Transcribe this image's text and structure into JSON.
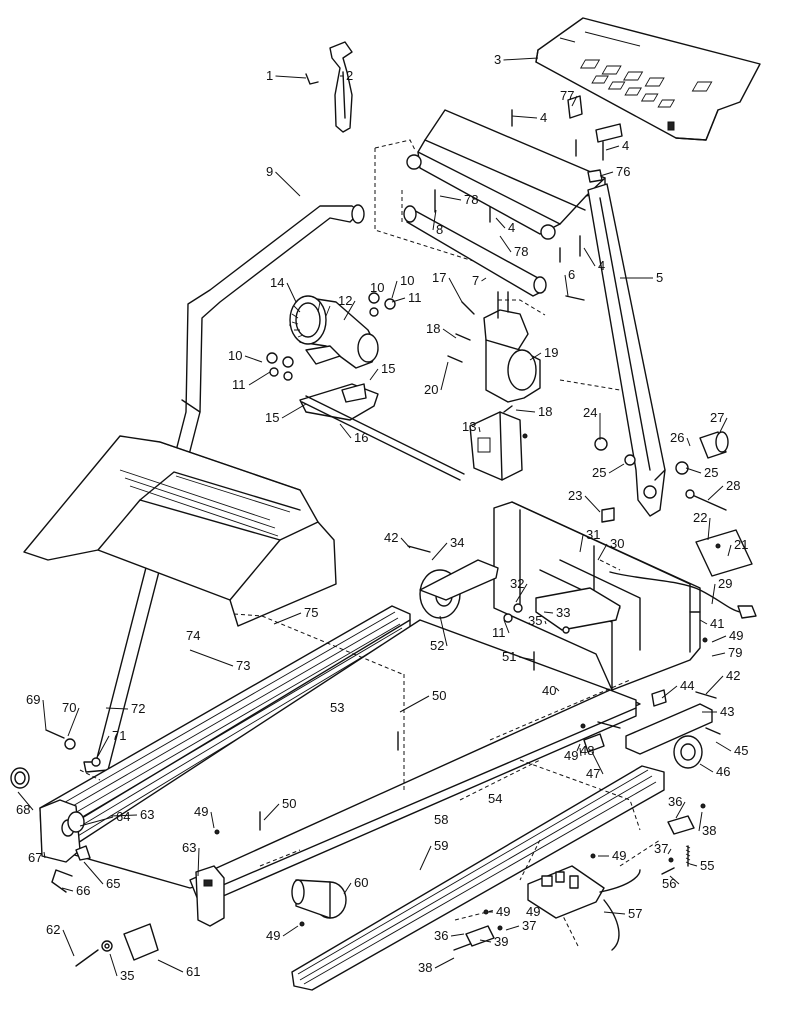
{
  "diagram": {
    "callouts": [
      "1",
      "2",
      "3",
      "4",
      "4",
      "4",
      "4",
      "5",
      "6",
      "7",
      "8",
      "9",
      "10",
      "10",
      "10",
      "11",
      "11",
      "11",
      "12",
      "13",
      "14",
      "15",
      "15",
      "16",
      "17",
      "18",
      "18",
      "19",
      "20",
      "21",
      "22",
      "23",
      "24",
      "25",
      "25",
      "26",
      "27",
      "28",
      "29",
      "30",
      "31",
      "32",
      "33",
      "34",
      "35",
      "35",
      "36",
      "36",
      "37",
      "37",
      "38",
      "38",
      "39",
      "40",
      "41",
      "42",
      "42",
      "43",
      "44",
      "45",
      "46",
      "47",
      "48",
      "49",
      "49",
      "49",
      "49",
      "49",
      "49",
      "49",
      "50",
      "50",
      "51",
      "52",
      "53",
      "54",
      "55",
      "56",
      "57",
      "58",
      "59",
      "60",
      "61",
      "62",
      "63",
      "63",
      "64",
      "65",
      "66",
      "67",
      "68",
      "69",
      "70",
      "71",
      "72",
      "73",
      "74",
      "75",
      "76",
      "77",
      "78",
      "78",
      "79"
    ]
  }
}
